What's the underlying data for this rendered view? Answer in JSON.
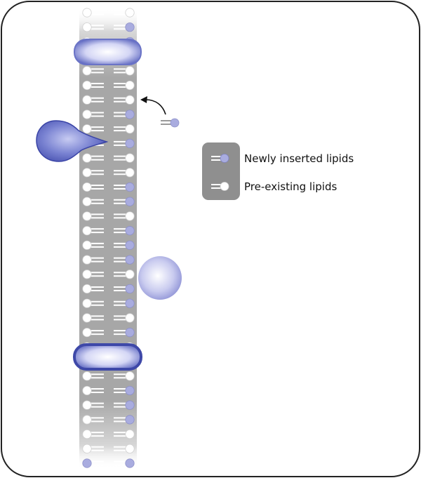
{
  "legend": {
    "new_label": "Newly inserted lipids",
    "old_label": "Pre-existing lipids"
  },
  "colors": {
    "frame_stroke": "#222222",
    "membrane_fill": "#a7a7a7",
    "new_lipid": "#a9acdf",
    "old_lipid": "#ffffff",
    "protein_dark": "#4a56b5",
    "protein_light": "#eef0ff",
    "legend_box": "#8f8f8f"
  },
  "membrane": {
    "lipids_per_leaflet": 32,
    "left_leaflet": "ooooooooooooooooooooooooooooooon",
    "right_leaflet": "onnnooononoonnonnnonnonononnnoon"
  },
  "icons": {
    "insertion_arrow": "curved-arrow-icon",
    "inserted_lipid": "lipid-icon"
  }
}
